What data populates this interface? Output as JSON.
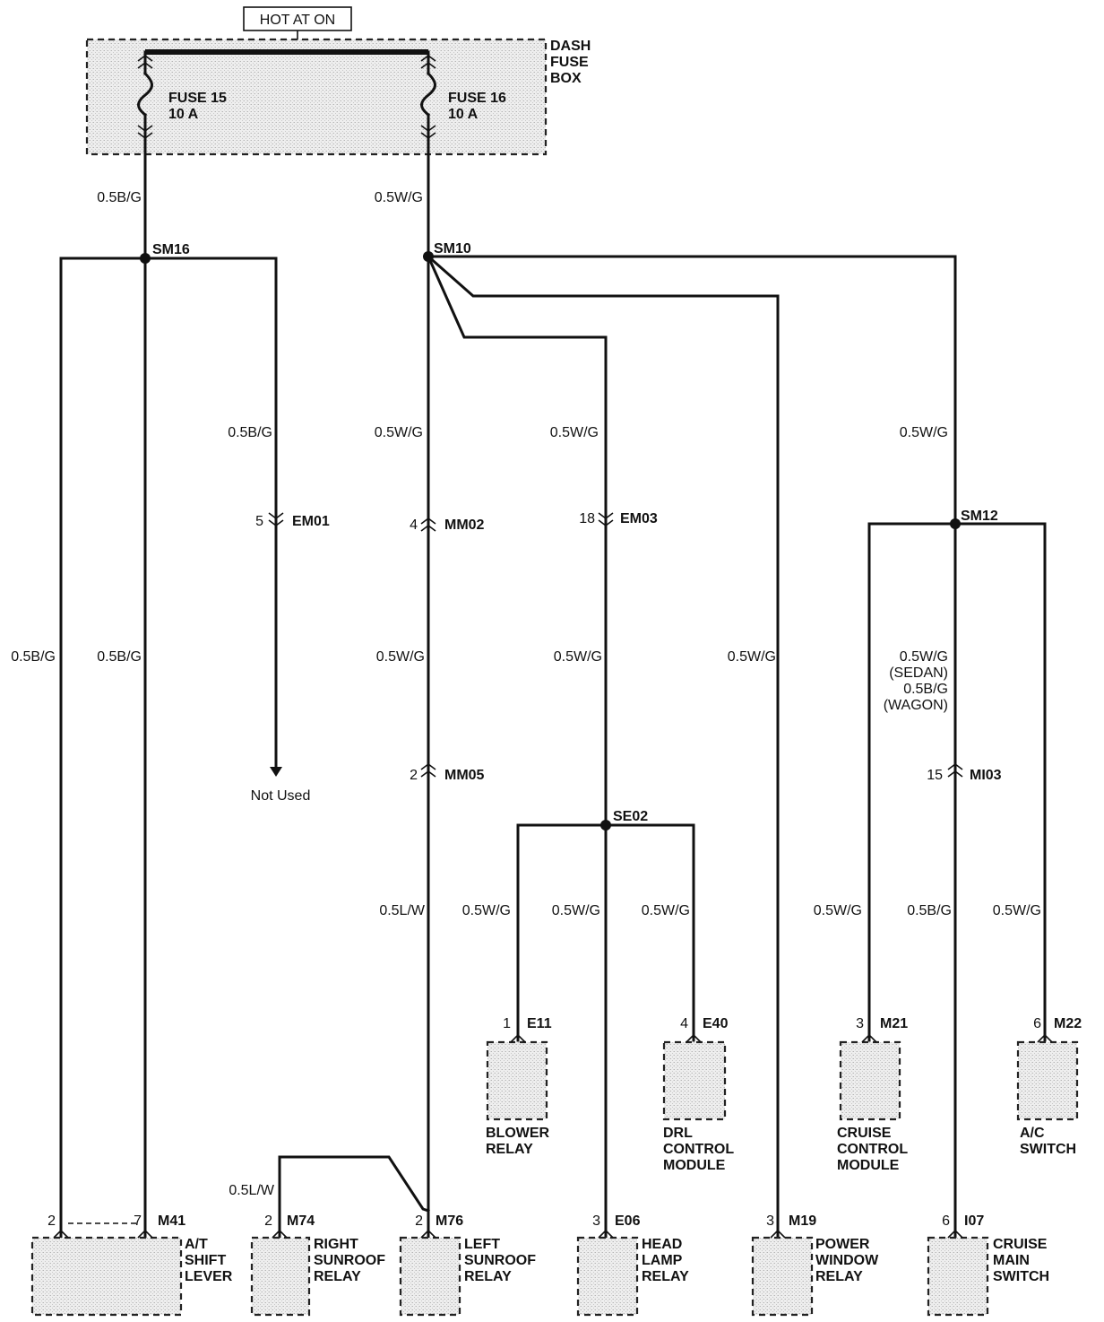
{
  "hot": "HOT AT ON",
  "fuse_box": [
    "DASH",
    "FUSE",
    "BOX"
  ],
  "fuses": [
    {
      "name": "FUSE 15",
      "rating": "10 A"
    },
    {
      "name": "FUSE 16",
      "rating": "10 A"
    }
  ],
  "splices": {
    "sm16": "SM16",
    "sm10": "SM10",
    "sm12": "SM12",
    "se02": "SE02"
  },
  "wires": {
    "bg": "0.5B/G",
    "wg": "0.5W/G",
    "lw": "0.5L/W",
    "sedan": "(SEDAN)",
    "wagon": "(WAGON)"
  },
  "connectors": {
    "em01": {
      "pin": "5",
      "id": "EM01"
    },
    "mm02": {
      "pin": "4",
      "id": "MM02"
    },
    "em03": {
      "pin": "18",
      "id": "EM03"
    },
    "mm05": {
      "pin": "2",
      "id": "MM05"
    },
    "mi03": {
      "pin": "15",
      "id": "MI03"
    }
  },
  "not_used": "Not Used",
  "components": {
    "e11": {
      "pin": "1",
      "id": "E11",
      "name": [
        "BLOWER",
        "RELAY"
      ]
    },
    "e40": {
      "pin": "4",
      "id": "E40",
      "name": [
        "DRL",
        "CONTROL",
        "MODULE"
      ]
    },
    "m21": {
      "pin": "3",
      "id": "M21",
      "name": [
        "CRUISE",
        "CONTROL",
        "MODULE"
      ]
    },
    "m22": {
      "pin": "6",
      "id": "M22",
      "name": [
        "A/C",
        "SWITCH"
      ]
    },
    "m41": {
      "pin_a": "2",
      "pin_b": "7",
      "id": "M41",
      "name": [
        "A/T",
        "SHIFT",
        "LEVER"
      ]
    },
    "m74": {
      "pin": "2",
      "id": "M74",
      "name": [
        "RIGHT",
        "SUNROOF",
        "RELAY"
      ]
    },
    "m76": {
      "pin": "2",
      "id": "M76",
      "name": [
        "LEFT",
        "SUNROOF",
        "RELAY"
      ]
    },
    "e06": {
      "pin": "3",
      "id": "E06",
      "name": [
        "HEAD",
        "LAMP",
        "RELAY"
      ]
    },
    "m19": {
      "pin": "3",
      "id": "M19",
      "name": [
        "POWER",
        "WINDOW",
        "RELAY"
      ]
    },
    "i07": {
      "pin": "6",
      "id": "I07",
      "name": [
        "CRUISE",
        "MAIN",
        "SWITCH"
      ]
    }
  }
}
